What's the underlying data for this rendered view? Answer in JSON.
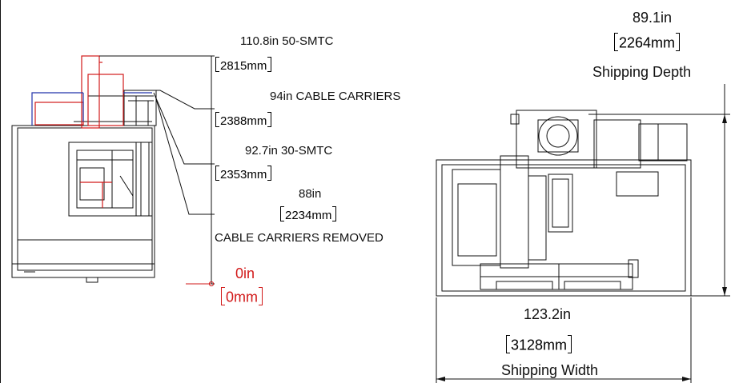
{
  "left_view": {
    "heights": [
      {
        "inch": "110.8in 50-SMTC",
        "mm": "2815mm"
      },
      {
        "inch": "94in CABLE CARRIERS",
        "mm": "2388mm"
      },
      {
        "inch": "92.7in 30-SMTC",
        "mm": "2353mm"
      },
      {
        "inch": "88in",
        "mm": "2234mm",
        "note": "CABLE CARRIERS REMOVED"
      }
    ],
    "origin": {
      "inch": "0in",
      "mm": "0mm"
    }
  },
  "right_view": {
    "depth": {
      "inch": "89.1in",
      "mm": "2264mm",
      "label": "Shipping Depth"
    },
    "width": {
      "inch": "123.2in",
      "mm": "3128mm",
      "label": "Shipping Width"
    }
  },
  "colors": {
    "line": "#111111",
    "red": "#d21a1a",
    "blue": "#2233aa"
  }
}
